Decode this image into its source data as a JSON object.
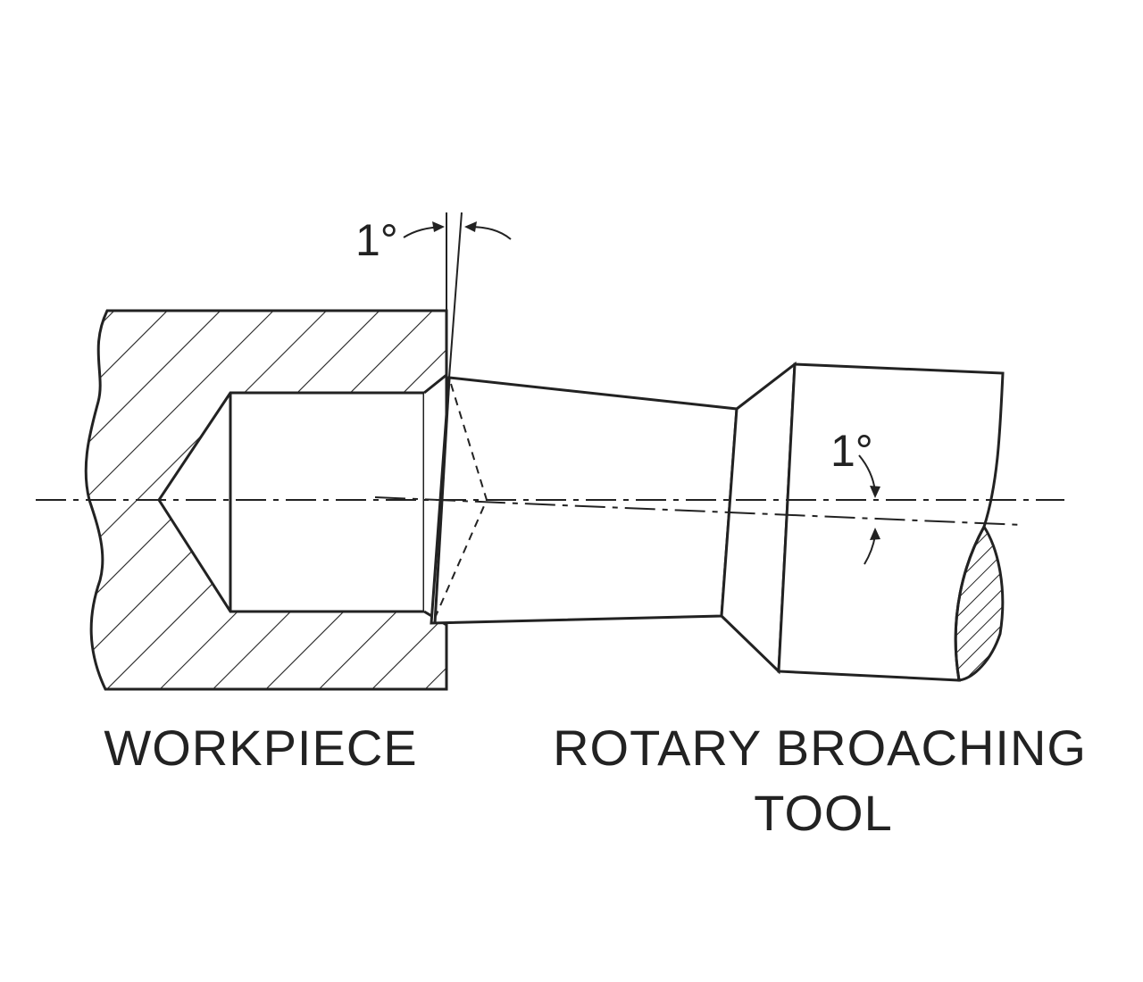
{
  "labels": {
    "top_angle": "1°",
    "side_angle": "1°",
    "workpiece": "WORKPIECE",
    "tool_line1": "ROTARY BROACHING",
    "tool_line2": "TOOL"
  },
  "colors": {
    "line": "#222222",
    "background": "#ffffff"
  }
}
